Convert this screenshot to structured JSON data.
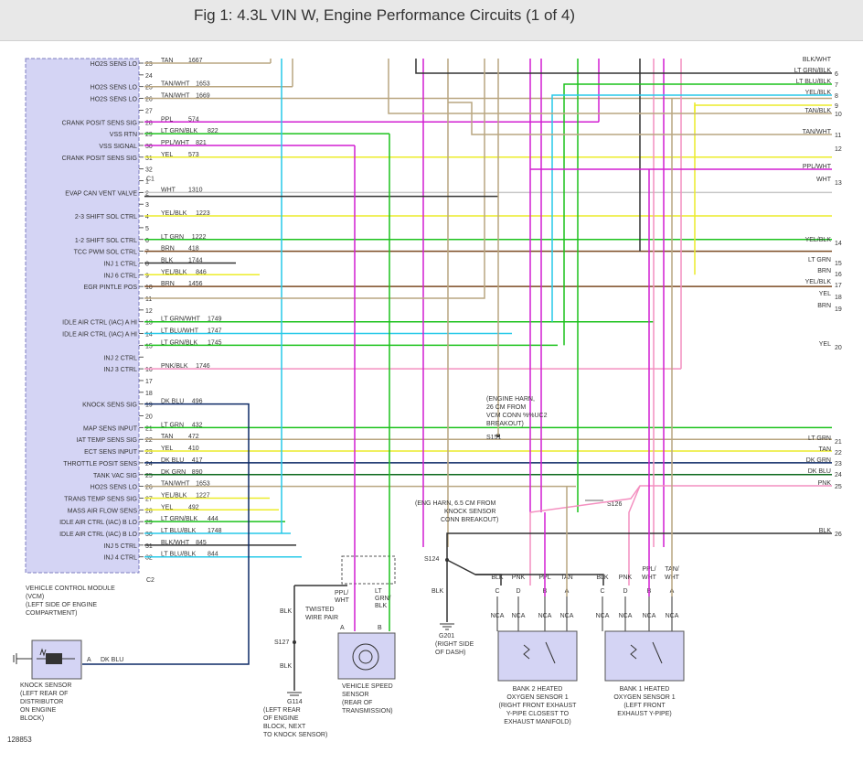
{
  "header": {
    "title": "Fig 1: 4.3L VIN W, Engine Performance Circuits (1 of 4)"
  },
  "colors": {
    "TAN": "#b9a680",
    "PPL": "#d21fd2",
    "LTGRN": "#1cc21c",
    "LTBLU": "#27c9e8",
    "YEL": "#ecec2a",
    "BLK": "#333333",
    "WHT": "#c8c8c8",
    "BRN": "#7b4a23",
    "DKBLU": "#0d2a66",
    "DKGRN": "#0e6a1e",
    "PNK": "#f48fc0",
    "LTBLK": "#4a4a4a"
  },
  "vcm": {
    "c1": "C1",
    "c2": "C2",
    "rows": [
      {
        "label": "HO2S SENS LO",
        "pin": "23",
        "wire": "TAN",
        "num": "1667",
        "c": "TAN"
      },
      {
        "label": "",
        "pin": "24",
        "wire": "",
        "num": "",
        "c": ""
      },
      {
        "label": "HO2S SENS LO",
        "pin": "25",
        "wire": "TAN/WHT",
        "num": "1653",
        "c": "TAN"
      },
      {
        "label": "HO2S SENS LO",
        "pin": "26",
        "wire": "TAN/WHT",
        "num": "1669",
        "c": "TAN"
      },
      {
        "label": "",
        "pin": "27",
        "wire": "",
        "num": "",
        "c": ""
      },
      {
        "label": "CRANK POSIT SENS SIG",
        "pin": "28",
        "wire": "PPL",
        "num": "574",
        "c": "PPL"
      },
      {
        "label": "VSS RTN",
        "pin": "29",
        "wire": "LT GRN/BLK",
        "num": "822",
        "c": "LTGRN"
      },
      {
        "label": "VSS SIGNAL",
        "pin": "30",
        "wire": "PPL/WHT",
        "num": "821",
        "c": "PPL"
      },
      {
        "label": "CRANK POSIT SENS SIG",
        "pin": "31",
        "wire": "YEL",
        "num": "573",
        "c": "YEL"
      },
      {
        "label": "",
        "pin": "32",
        "wire": "",
        "num": "",
        "c": ""
      },
      {
        "label": "",
        "pin": "1",
        "wire": "",
        "num": "",
        "c": ""
      },
      {
        "label": "EVAP CAN VENT VALVE",
        "pin": "2",
        "wire": "WHT",
        "num": "1310",
        "c": "WHT"
      },
      {
        "label": "",
        "pin": "3",
        "wire": "",
        "num": "",
        "c": ""
      },
      {
        "label": "2-3 SHIFT SOL CTRL",
        "pin": "4",
        "wire": "YEL/BLK",
        "num": "1223",
        "c": "YEL"
      },
      {
        "label": "",
        "pin": "5",
        "wire": "",
        "num": "",
        "c": ""
      },
      {
        "label": "1-2 SHIFT SOL CTRL",
        "pin": "6",
        "wire": "LT GRN",
        "num": "1222",
        "c": "LTGRN"
      },
      {
        "label": "TCC PWM SOL CTRL",
        "pin": "7",
        "wire": "BRN",
        "num": "418",
        "c": "BRN"
      },
      {
        "label": "INJ 1 CTRL",
        "pin": "8",
        "wire": "BLK",
        "num": "1744",
        "c": "BLK"
      },
      {
        "label": "INJ 6 CTRL",
        "pin": "9",
        "wire": "YEL/BLK",
        "num": "846",
        "c": "YEL"
      },
      {
        "label": "EGR PINTLE POS",
        "pin": "10",
        "wire": "BRN",
        "num": "1456",
        "c": "BRN"
      },
      {
        "label": "",
        "pin": "11",
        "wire": "",
        "num": "",
        "c": ""
      },
      {
        "label": "",
        "pin": "12",
        "wire": "",
        "num": "",
        "c": ""
      },
      {
        "label": "IDLE AIR CTRL (IAC) A HI",
        "pin": "13",
        "wire": "LT GRN/WHT",
        "num": "1749",
        "c": "LTGRN"
      },
      {
        "label": "IDLE AIR CTRL (IAC) A HI",
        "pin": "14",
        "wire": "LT BLU/WHT",
        "num": "1747",
        "c": "LTBLU"
      },
      {
        "label": "",
        "pin": "15",
        "wire": "LT GRN/BLK",
        "num": "1745",
        "c": "LTGRN"
      },
      {
        "label": "INJ 2 CTRL",
        "pin": "",
        "wire": "",
        "num": "",
        "c": ""
      },
      {
        "label": "INJ 3 CTRL",
        "pin": "16",
        "wire": "PNK/BLK",
        "num": "1746",
        "c": "PNK"
      },
      {
        "label": "",
        "pin": "17",
        "wire": "",
        "num": "",
        "c": ""
      },
      {
        "label": "",
        "pin": "18",
        "wire": "",
        "num": "",
        "c": ""
      },
      {
        "label": "KNOCK SENS SIG",
        "pin": "19",
        "wire": "DK BLU",
        "num": "496",
        "c": "DKBLU"
      },
      {
        "label": "",
        "pin": "20",
        "wire": "",
        "num": "",
        "c": ""
      },
      {
        "label": "MAP SENS INPUT",
        "pin": "21",
        "wire": "LT GRN",
        "num": "432",
        "c": "LTGRN"
      },
      {
        "label": "IAT TEMP SENS SIG",
        "pin": "22",
        "wire": "TAN",
        "num": "472",
        "c": "TAN"
      },
      {
        "label": "ECT SENS INPUT",
        "pin": "23",
        "wire": "YEL",
        "num": "410",
        "c": "YEL"
      },
      {
        "label": "THROTTLE POSIT SENS",
        "pin": "24",
        "wire": "DK BLU",
        "num": "417",
        "c": "DKBLU"
      },
      {
        "label": "TANK VAC SIG",
        "pin": "25",
        "wire": "DK GRN",
        "num": "890",
        "c": "DKGRN"
      },
      {
        "label": "HO2S SENS LO",
        "pin": "26",
        "wire": "TAN/WHT",
        "num": "1653",
        "c": "TAN"
      },
      {
        "label": "TRANS TEMP SENS SIG",
        "pin": "27",
        "wire": "YEL/BLK",
        "num": "1227",
        "c": "YEL"
      },
      {
        "label": "MASS AIR FLOW SENS",
        "pin": "28",
        "wire": "YEL",
        "num": "492",
        "c": "YEL"
      },
      {
        "label": "IDLE AIR CTRL (IAC) B LO",
        "pin": "29",
        "wire": "LT GRN/BLK",
        "num": "444",
        "c": "LTGRN"
      },
      {
        "label": "IDLE AIR CTRL (IAC) B LO",
        "pin": "30",
        "wire": "LT BLU/BLK",
        "num": "1748",
        "c": "LTBLU"
      },
      {
        "label": "INJ 5 CTRL",
        "pin": "31",
        "wire": "BLK/WHT",
        "num": "845",
        "c": "BLK"
      },
      {
        "label": "INJ 4 CTRL",
        "pin": "32",
        "wire": "LT BLU/BLK",
        "num": "844",
        "c": "LTBLU"
      }
    ],
    "caption": [
      "VEHICLE CONTROL MODULE",
      "(VCM)",
      "(LEFT SIDE OF ENGINE",
      "COMPARTMENT)"
    ]
  },
  "right_connectors": [
    {
      "label": "BLK/WHT",
      "num": "",
      "c": "BLK"
    },
    {
      "label": "LT GRN/BLK",
      "num": "6",
      "c": "LTGRN"
    },
    {
      "label": "LT BLU/BLK",
      "num": "7",
      "c": "LTBLU"
    },
    {
      "label": "YEL/BLK",
      "num": "8",
      "c": "YEL"
    },
    {
      "label": "",
      "num": "9",
      "c": ""
    },
    {
      "label": "TAN/BLK",
      "num": "10",
      "c": "TAN"
    },
    {
      "label": "TAN/WHT",
      "num": "11",
      "c": "TAN"
    },
    {
      "label": "",
      "num": "12",
      "c": ""
    },
    {
      "label": "PPL/WHT",
      "num": "",
      "c": "PPL"
    },
    {
      "label": "WHT",
      "num": "13",
      "c": "WHT"
    },
    {
      "label": "YEL/BLK",
      "num": "14",
      "c": "YEL"
    },
    {
      "label": "LT GRN",
      "num": "15",
      "c": "LTGRN"
    },
    {
      "label": "BRN",
      "num": "16",
      "c": "BRN"
    },
    {
      "label": "YEL/BLK",
      "num": "17",
      "c": "YEL"
    },
    {
      "label": "YEL",
      "num": "18",
      "c": "YEL"
    },
    {
      "label": "BRN",
      "num": "19",
      "c": "BRN"
    },
    {
      "label": "YEL",
      "num": "20",
      "c": "YEL"
    },
    {
      "label": "LT GRN",
      "num": "21",
      "c": "LTGRN"
    },
    {
      "label": "TAN",
      "num": "22",
      "c": "TAN"
    },
    {
      "label": "DK GRN",
      "num": "23",
      "c": "DKGRN"
    },
    {
      "label": "DK BLU",
      "num": "24",
      "c": "DKBLU"
    },
    {
      "label": "PNK",
      "num": "25",
      "c": "PNK"
    },
    {
      "label": "BLK",
      "num": "26",
      "c": "BLK"
    }
  ],
  "splices": {
    "s151_note": [
      "(ENGINE HARN,",
      "26 CM FROM",
      "VCM CONN %%UC2",
      "BREAKOUT)"
    ],
    "s151": "S151",
    "s126_note": [
      "(ENG HARN, 6.5 CM FROM",
      "KNOCK SENSOR",
      "CONN BREAKOUT)"
    ],
    "s126": "S126",
    "s124": "S124",
    "s127": "S127"
  },
  "grounds": {
    "g201": "G201",
    "g201_note": [
      "(RIGHT SIDE",
      "OF DASH)"
    ],
    "g114": "G114",
    "g114_note": [
      "(LEFT REAR",
      "OF ENGINE",
      "BLOCK, NEXT",
      "TO KNOCK SENSOR)"
    ]
  },
  "knock_sensor": {
    "pin": "A",
    "wire": "DK BLU",
    "caption": [
      "KNOCK SENSOR",
      "(LEFT REAR OF",
      "DISTRIBUTOR",
      "ON ENGINE",
      "BLOCK)"
    ]
  },
  "vss": {
    "wire_a": [
      "PPL/",
      "WHT"
    ],
    "wire_b": [
      "LT",
      "GRN/",
      "BLK"
    ],
    "twisted": [
      "TWISTED",
      "WIRE PAIR"
    ],
    "pin_a": "A",
    "pin_b": "B",
    "caption": [
      "VEHICLE SPEED",
      "SENSOR",
      "(REAR OF",
      "TRANSMISSION)"
    ]
  },
  "misc_labels": {
    "blk": "BLK",
    "nca": "NCA"
  },
  "o2_bank2": {
    "wires": [
      "BLK",
      "PNK",
      "PPL",
      "TAN"
    ],
    "pins": [
      "C",
      "D",
      "B",
      "A"
    ],
    "caption": [
      "BANK 2 HEATED",
      "OXYGEN SENSOR 1",
      "(RIGHT FRONT EXHAUST",
      "Y-PIPE CLOSEST TO",
      "EXHAUST MANIFOLD)"
    ]
  },
  "o2_bank1": {
    "wires": [
      "BLK",
      "PNK",
      "PPL/ WHT",
      "TAN/ WHT"
    ],
    "pins": [
      "C",
      "D",
      "B",
      "A"
    ],
    "caption": [
      "BANK 1 HEATED",
      "OXYGEN SENSOR 1",
      "(LEFT FRONT",
      "EXHAUST Y-PIPE)"
    ]
  },
  "figure_id": "128853"
}
